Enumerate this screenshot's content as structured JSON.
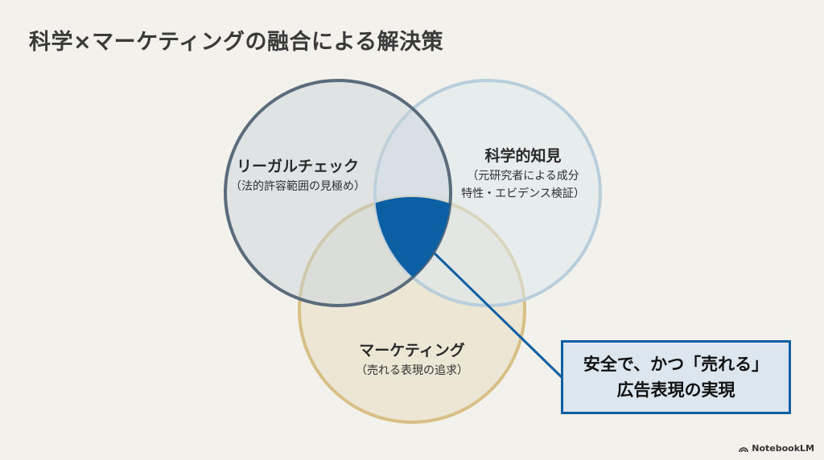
{
  "title": "科学×マーケティングの融合による解決策",
  "circles": {
    "legal": {
      "name": "リーガルチェック",
      "detail": "（法的許容範囲の見極め）",
      "stroke": "#5a6b7c",
      "fill": "#c8d3dc"
    },
    "science": {
      "name": "科学的知見",
      "detail_line1": "（元研究者による成分",
      "detail_line2": "特性・エビデンス検証）",
      "stroke": "#b9cedb",
      "fill": "#dde7ee"
    },
    "marketing": {
      "name": "マーケティング",
      "detail": "（売れる表現の追求）",
      "stroke": "#d8bf85",
      "fill": "#e6dcc2"
    }
  },
  "intersection_color": "#0d5fa3",
  "callout": {
    "line1": "安全で、かつ「売れる」",
    "line2": "広告表現の実現"
  },
  "brand": "NotebookLM"
}
